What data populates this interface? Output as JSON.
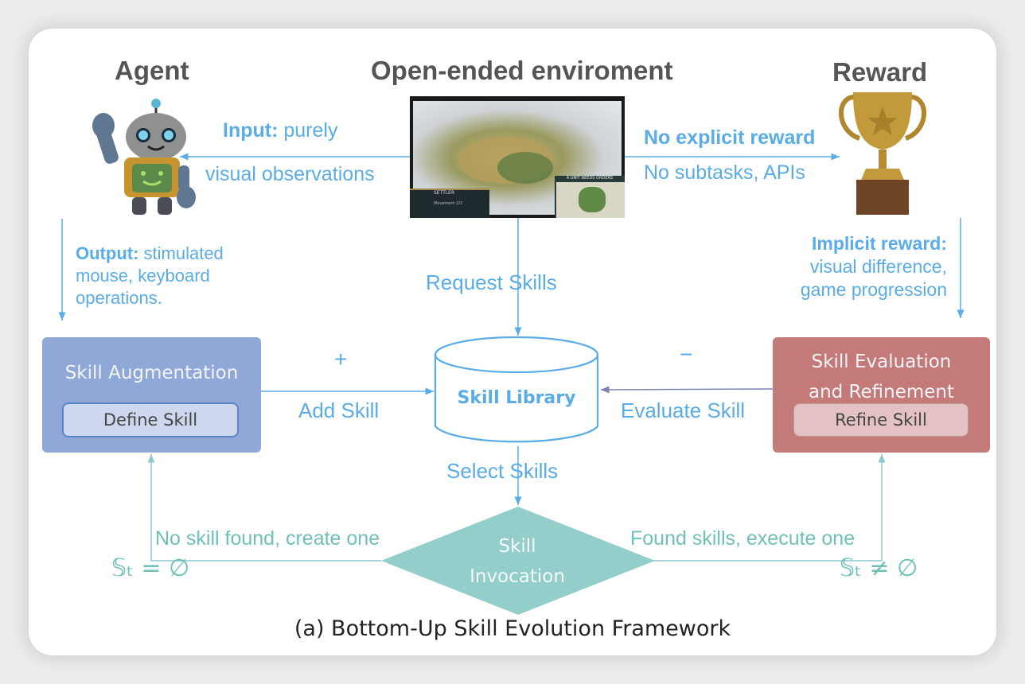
{
  "headers": {
    "agent": "Agent",
    "environment": "Open-ended enviroment",
    "reward": "Reward"
  },
  "icons": {
    "agent": "robot-icon",
    "environment": "game-screenshot",
    "reward": "trophy-icon"
  },
  "game_screenshot": {
    "unit_panel": "SETTLER",
    "banner": "A UNIT NEEDS ORDERS",
    "movement": "Movement 2/2"
  },
  "edges": {
    "input_bold": "Input:",
    "input_rest": " purely",
    "input_line2": "visual observations",
    "no_reward_bold": "No explicit reward",
    "no_reward_line2": "No subtasks, APIs",
    "output_bold": "Output:",
    "output_rest": " stimulated",
    "output_line2": "mouse, keyboard",
    "output_line3": "operations.",
    "implicit_bold": "Implicit reward:",
    "implicit_line2": "visual difference,",
    "implicit_line3": "game progression",
    "request_skills": "Request Skills",
    "add_plus": "+",
    "add_skill": "Add Skill",
    "evaluate_minus": "−",
    "evaluate_skill": "Evaluate Skill",
    "select_skills": "Select Skills",
    "no_skill": "No skill found, create one",
    "found_skills": "Found skills, execute one",
    "empty_set": "𝕊ₜ = ∅",
    "nonempty_set": "𝕊ₜ ≠ ∅"
  },
  "nodes": {
    "augmentation": {
      "title": "Skill Augmentation",
      "inner": "Define Skill"
    },
    "library": {
      "title": "Skill Library"
    },
    "evaluation": {
      "title_line1": "Skill Evaluation",
      "title_line2": "and Refinement",
      "inner": "Refine Skill"
    },
    "invocation": {
      "line1": "Skill",
      "line2": "Invocation"
    }
  },
  "colors": {
    "blue_text": "#5aace6",
    "teal": "#6fc1b8",
    "augmentation_box": "#8fa8d8",
    "evaluation_box": "#c57a7a",
    "invocation_diamond": "#93ceca"
  },
  "caption": "(a) Bottom-Up Skill Evolution Framework"
}
